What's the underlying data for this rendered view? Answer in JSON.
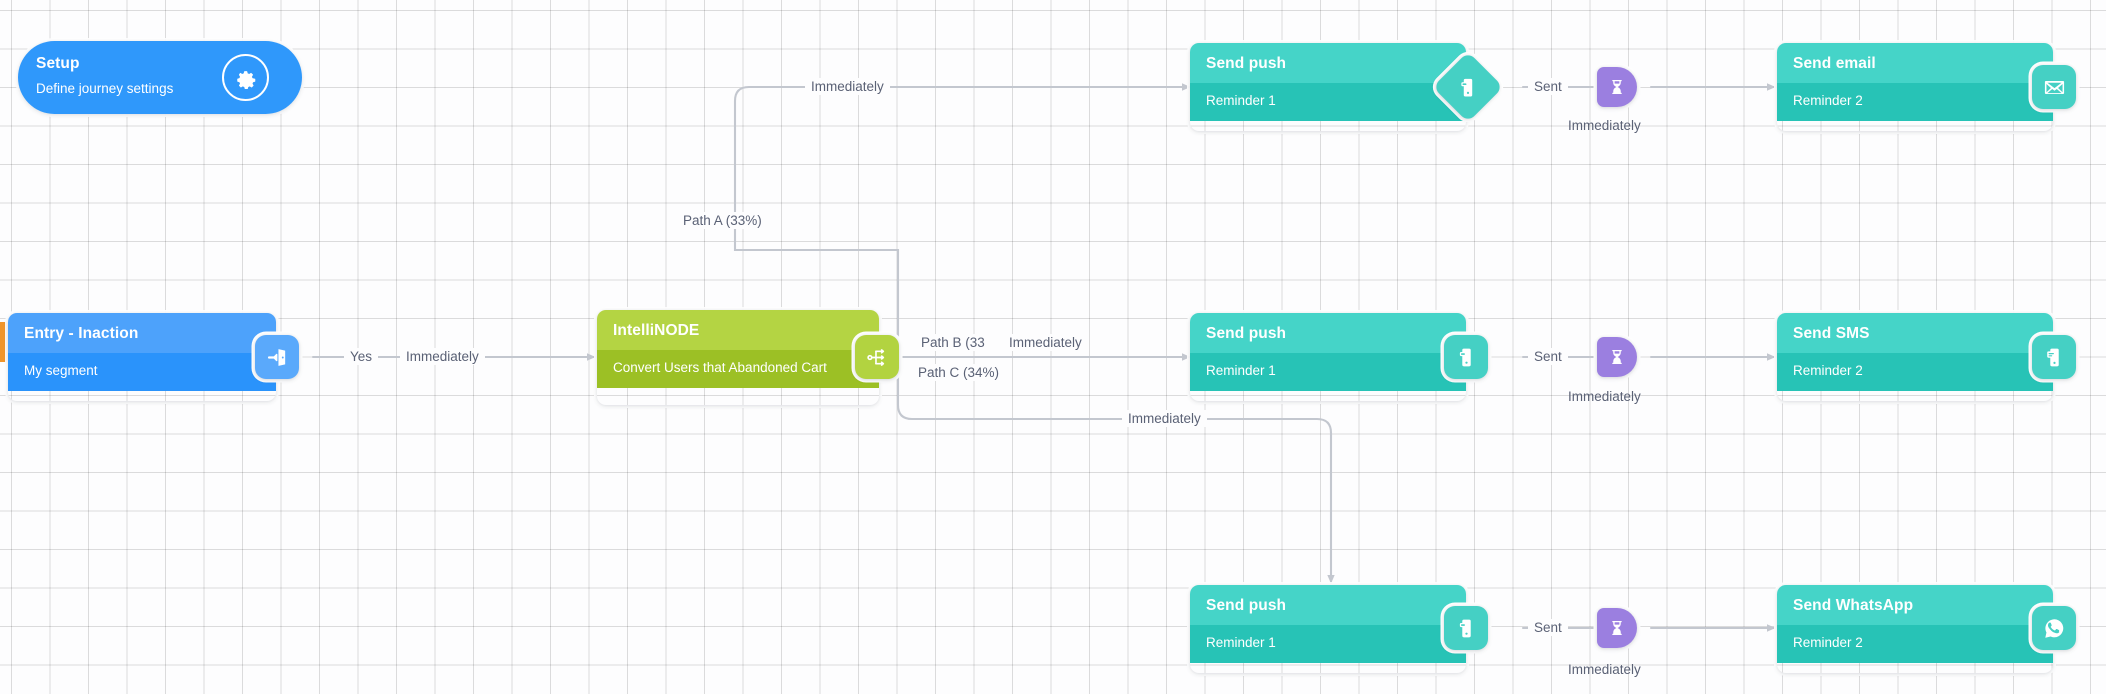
{
  "canvas": {
    "grid": true,
    "background_color": "#fdfdfe",
    "edge_color": "#c3c7cf"
  },
  "palette": {
    "entry_blue": "#2a93fb",
    "entry_blue_light": "#4da2fb",
    "setup_blue": "#2f98fb",
    "intelli_green": "#9cc025",
    "intelli_green_light": "#b4d443",
    "message_teal": "#27c3b6",
    "message_teal_light": "#45d4c8",
    "wait_purple": "#9b7fe0",
    "entry_stub_orange": "#f0952b",
    "edge_gray": "#c3c7cf",
    "label_text": "#5a6175"
  },
  "nodes": [
    {
      "id": "setup",
      "type": "setup",
      "title": "Setup",
      "subtitle": "Define journey settings",
      "icon": "gear-icon"
    },
    {
      "id": "entry",
      "type": "entry",
      "title": "Entry - Inaction",
      "subtitle": "My segment",
      "icon": "entry-door-icon"
    },
    {
      "id": "intellinode",
      "type": "split",
      "title": "IntelliNODE",
      "subtitle": "Convert Users that Abandoned Cart",
      "icon": "split-branch-icon"
    },
    {
      "id": "push-a",
      "type": "message",
      "title": "Send push",
      "subtitle": "Reminder 1",
      "icon": "push-device-icon",
      "badge_shape": "diamond",
      "selected": true
    },
    {
      "id": "wait-a",
      "type": "wait",
      "title": "Immediately",
      "icon": "hourglass-icon"
    },
    {
      "id": "email",
      "type": "message",
      "title": "Send email",
      "subtitle": "Reminder 2",
      "icon": "envelope-icon",
      "badge_shape": "square"
    },
    {
      "id": "push-b",
      "type": "message",
      "title": "Send push",
      "subtitle": "Reminder 1",
      "icon": "push-device-icon",
      "badge_shape": "square"
    },
    {
      "id": "wait-b",
      "type": "wait",
      "title": "Immediately",
      "icon": "hourglass-icon"
    },
    {
      "id": "sms",
      "type": "message",
      "title": "Send SMS",
      "subtitle": "Reminder 2",
      "icon": "sms-device-icon",
      "badge_shape": "square"
    },
    {
      "id": "push-c",
      "type": "message",
      "title": "Send push",
      "subtitle": "Reminder 1",
      "icon": "push-device-icon",
      "badge_shape": "square"
    },
    {
      "id": "wait-c",
      "type": "wait",
      "title": "Immediately",
      "icon": "hourglass-icon"
    },
    {
      "id": "whatsapp",
      "type": "message",
      "title": "Send WhatsApp",
      "subtitle": "Reminder 2",
      "icon": "whatsapp-icon",
      "badge_shape": "square"
    }
  ],
  "edge_labels": {
    "entry_yes": "Yes",
    "entry_immediately": "Immediately",
    "path_a": "Path A (33%)",
    "path_b": "Path B (33",
    "path_c": "Path C (34%)",
    "path_a_immediately": "Immediately",
    "path_b_immediately": "Immediately",
    "path_c_immediately": "Immediately",
    "sent_a": "Sent",
    "sent_b": "Sent",
    "sent_c": "Sent"
  },
  "wait_labels": {
    "wait_a": "Immediately",
    "wait_b": "Immediately",
    "wait_c": "Immediately"
  }
}
